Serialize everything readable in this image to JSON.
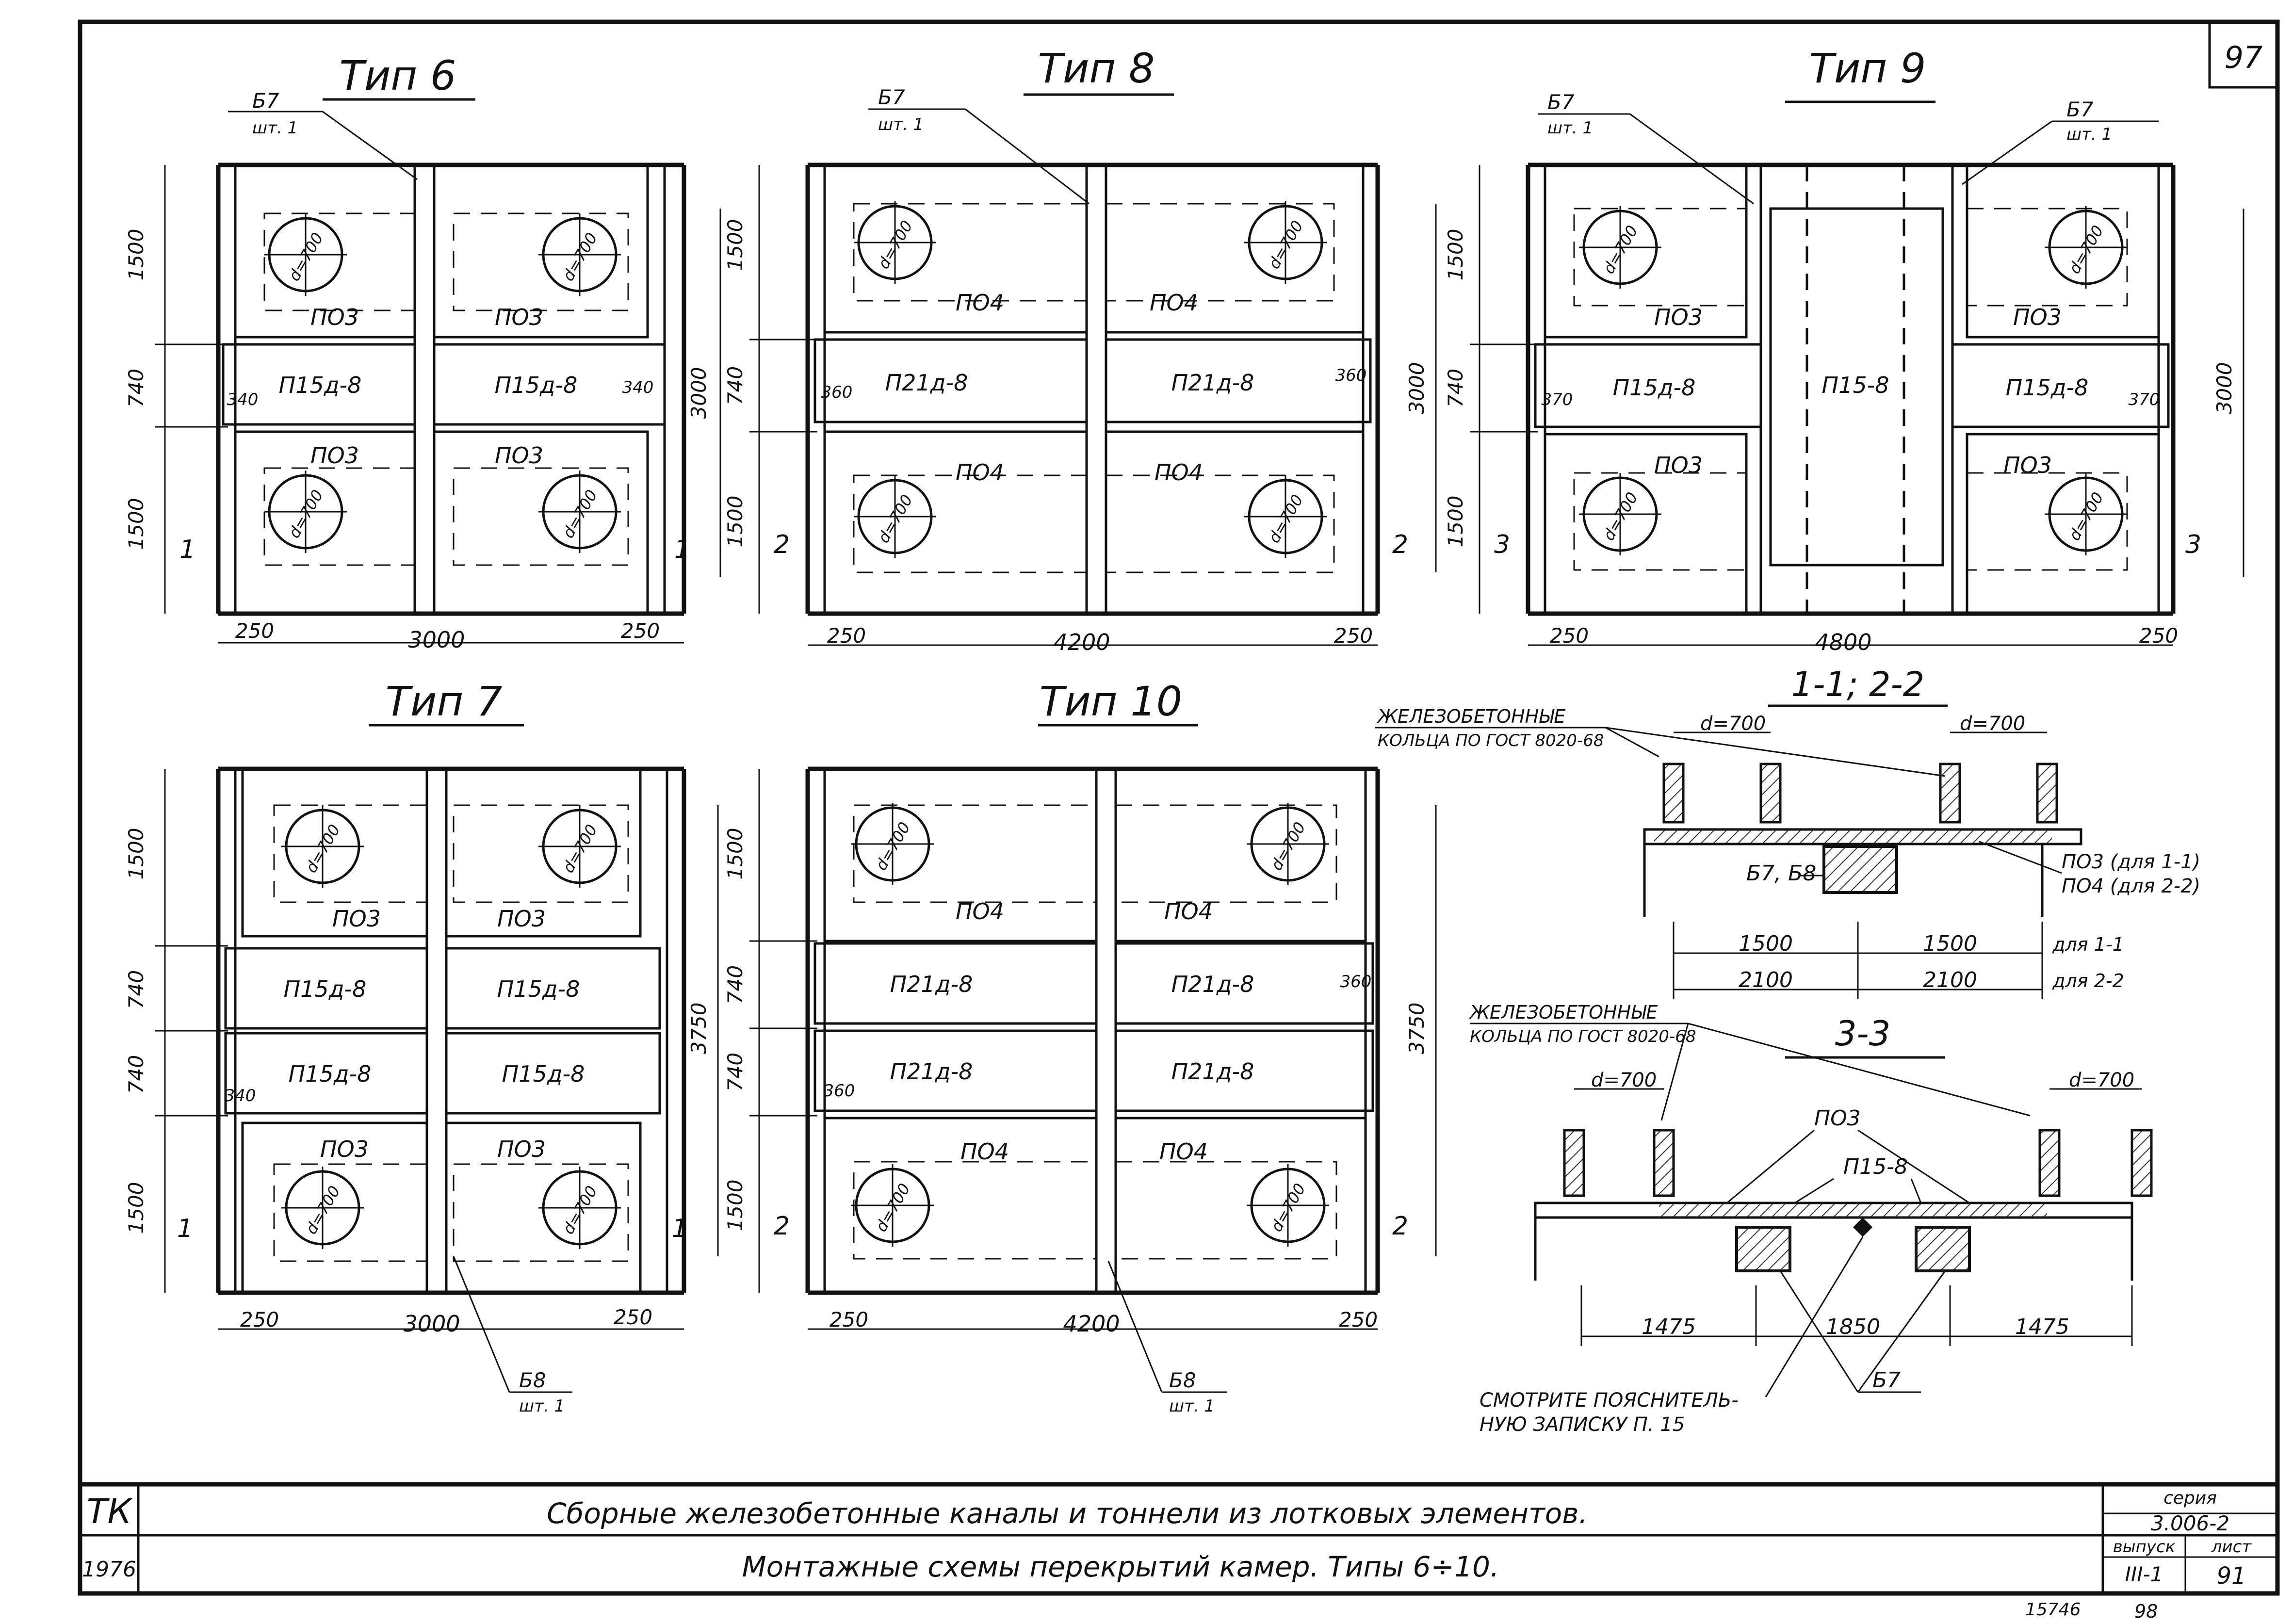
{
  "colors": {
    "ink": "#111111",
    "paper": "#ffffff",
    "hatch": "#333333"
  },
  "sheet_number": "97",
  "plans": {
    "type6": {
      "title": "Тип 6",
      "beam_label": "Б7",
      "beam_qty": "шт. 1",
      "slabs": [
        "ПО3",
        "ПО3",
        "ПО3",
        "ПО3"
      ],
      "panels": [
        "П15д-8",
        "П15д-8"
      ],
      "ring": "d=700",
      "dims": {
        "top": "1500",
        "mid": "740",
        "bot": "1500",
        "total": "3000",
        "span": "3000",
        "edge_l": "250",
        "edge_r": "250",
        "gap_l": "340",
        "gap_r": "340"
      },
      "section_mark": "1"
    },
    "type8": {
      "title": "Тип 8",
      "beam_label": "Б7",
      "beam_qty": "шт. 1",
      "slabs": [
        "ПО4",
        "ПО4",
        "ПО4",
        "ПО4"
      ],
      "panels": [
        "П21д-8",
        "П21д-8"
      ],
      "ring": "d=700",
      "dims": {
        "top": "1500",
        "mid": "740",
        "bot": "1500",
        "total": "3000",
        "span": "4200",
        "edge_l": "250",
        "edge_r": "250",
        "gap_l": "360",
        "gap_r": "360"
      },
      "section_mark": "2"
    },
    "type9": {
      "title": "Тип 9",
      "beam_label_l": "Б7",
      "beam_qty_l": "шт. 1",
      "beam_label_r": "Б7",
      "beam_qty_r": "шт. 1",
      "slabs": [
        "ПО3",
        "ПО3",
        "ПО3",
        "ПО3"
      ],
      "panels": [
        "П15д-8",
        "П15д-8"
      ],
      "center_panel": "П15-8",
      "ring": "d=700",
      "dims": {
        "top": "1500",
        "mid": "740",
        "bot": "1500",
        "total": "3000",
        "span": "4800",
        "edge_l": "250",
        "edge_r": "250",
        "gap_l": "370",
        "gap_r": "370"
      },
      "section_mark": "3"
    },
    "type7": {
      "title": "Тип 7",
      "beam_label": "Б8",
      "beam_qty": "шт. 1",
      "slabs": [
        "ПО3",
        "ПО3",
        "ПО3",
        "ПО3"
      ],
      "panels": [
        "П15д-8",
        "П15д-8",
        "П15д-8",
        "П15д-8"
      ],
      "ring": "d=700",
      "dims": {
        "top": "1500",
        "mid1": "740",
        "mid2": "740",
        "bot": "1500",
        "total": "3750",
        "span": "3000",
        "edge_l": "250",
        "edge_r": "250",
        "gap_l": "340"
      },
      "section_mark": "1"
    },
    "type10": {
      "title": "Тип 10",
      "beam_label": "Б8",
      "beam_qty": "шт. 1",
      "slabs": [
        "ПО4",
        "ПО4",
        "ПО4",
        "ПО4"
      ],
      "panels": [
        "П21д-8",
        "П21д-8",
        "П21д-8",
        "П21д-8"
      ],
      "ring": "d=700",
      "dims": {
        "top": "1500",
        "mid1": "740",
        "mid2": "740",
        "bot": "1500",
        "total": "3750",
        "span": "4200",
        "edge_l": "250",
        "edge_r": "250",
        "gap_l": "360",
        "gap_r": "360"
      },
      "section_mark": "2"
    }
  },
  "section_12": {
    "title": "1-1; 2-2",
    "rings_note_1": "ЖЕЛЕЗОБЕТОННЫЕ",
    "rings_note_2": "КОЛЬЦА ПО ГОСТ 8020-68",
    "ring_l": "d=700",
    "ring_r": "d=700",
    "beams": "Б7, Б8",
    "slab_note_1": "ПО3 (для 1-1)",
    "slab_note_2": "ПО4 (для 2-2)",
    "dim_a1": "1500",
    "dim_a2": "1500",
    "dim_a_note": "для 1-1",
    "dim_b1": "2100",
    "dim_b2": "2100",
    "dim_b_note": "для 2-2"
  },
  "section_33": {
    "title": "3-3",
    "rings_note_1": "ЖЕЛЕЗОБЕТОННЫЕ",
    "rings_note_2": "КОЛЬЦА ПО ГОСТ 8020-68",
    "ring_l": "d=700",
    "ring_r": "d=700",
    "slab": "ПО3",
    "panel": "П15-8",
    "beam": "Б7",
    "dims": [
      "1475",
      "1850",
      "1475"
    ],
    "note_1": "СМОТРИТЕ ПОЯСНИТЕЛЬ-",
    "note_2": "НУЮ ЗАПИСКУ П. 15"
  },
  "title_block": {
    "org": "ТК",
    "year": "1976",
    "line1": "Сборные железобетонные каналы и тоннели из лотковых элементов.",
    "line2": "Монтажные схемы перекрытий камер. Типы 6÷10.",
    "series_label": "серия",
    "series": "3.006-2",
    "issue_label": "выпуск",
    "issue": "III-1",
    "sheet_label": "лист",
    "sheet": "91"
  },
  "footer": {
    "code": "15746",
    "page": "98"
  }
}
